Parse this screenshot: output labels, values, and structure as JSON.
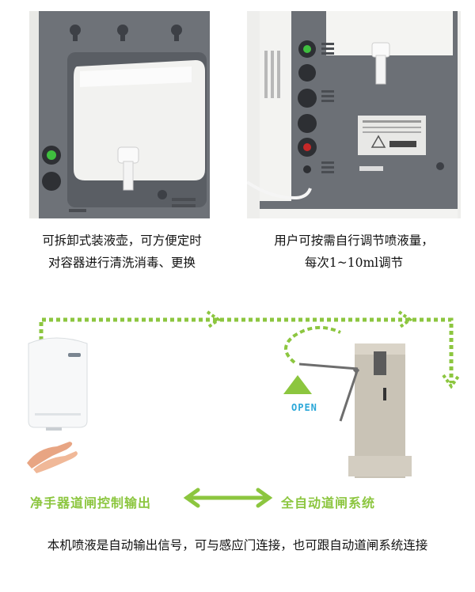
{
  "captions": {
    "left": [
      "可拆卸式装液壶，可方便定时",
      "对容器进行清洗消毒、更换"
    ],
    "right": [
      "用户可按需自行调节喷液量，",
      "每次1~10ml调节"
    ]
  },
  "diagram": {
    "left_label": "净手器道闸控制输出",
    "right_label": "全自动道闸系统",
    "open_label": "OPEN",
    "accent_color": "#8cc63f",
    "open_color": "#2aa7d8"
  },
  "bottom_note": "本机喷液是自动输出信号，可与感应门连接，也可跟自动道闸系统连接"
}
